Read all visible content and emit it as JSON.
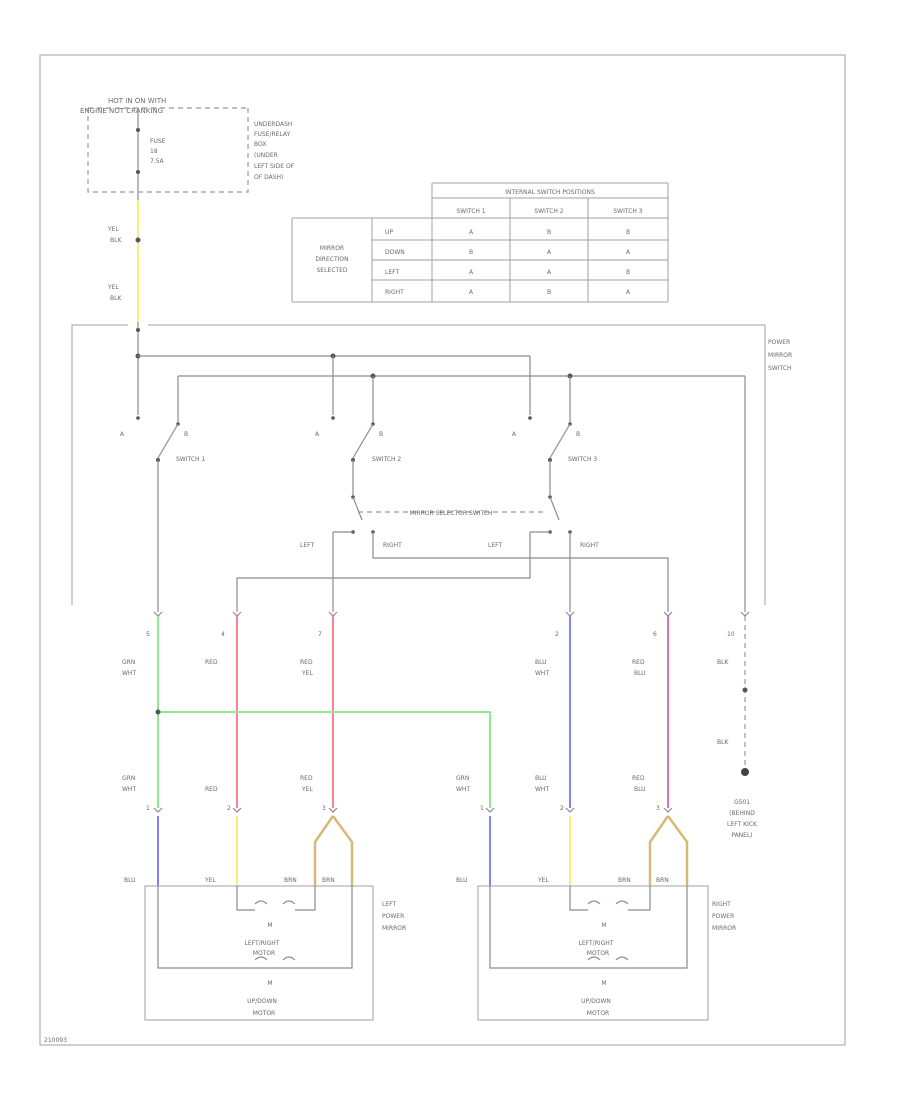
{
  "header": {
    "hot_label": [
      "HOT IN ON WITH",
      "ENGINE NOT CRANKING"
    ],
    "fuse_label": [
      "FUSE",
      "18",
      "7.5A"
    ],
    "fuse_box_label": [
      "UNDERDASH",
      "FUSE/RELAY",
      "BOX",
      "(UNDER",
      "LEFT SIDE OF",
      "OF DASH)"
    ]
  },
  "table": {
    "title": "INTERNAL SWITCH POSITIONS",
    "columns": [
      "SWITCH 1",
      "SWITCH 2",
      "SWITCH 3"
    ],
    "row_header": [
      "MIRROR",
      "DIRECTION",
      "SELECTED"
    ],
    "rows": [
      {
        "label": "UP",
        "cells": [
          "A",
          "B",
          "B"
        ]
      },
      {
        "label": "DOWN",
        "cells": [
          "B",
          "A",
          "A"
        ]
      },
      {
        "label": "LEFT",
        "cells": [
          "A",
          "A",
          "B"
        ]
      },
      {
        "label": "RIGHT",
        "cells": [
          "A",
          "B",
          "A"
        ]
      }
    ]
  },
  "switch": {
    "power_mirror_label": [
      "POWER",
      "MIRROR",
      "SWITCH"
    ],
    "switch_names": [
      "SWITCH 1",
      "SWITCH 2",
      "SWITCH 3"
    ],
    "pos_a": "A",
    "pos_b": "B",
    "selector_label": "MIRROR SELECTOR SWITCH",
    "left": "LEFT",
    "right": "RIGHT"
  },
  "wires": {
    "supply_labels": [
      [
        "YEL",
        "BLK"
      ],
      [
        "YEL",
        "BLK"
      ]
    ],
    "pins": [
      "5",
      "4",
      "7",
      "2",
      "6",
      "10"
    ],
    "upper_labels": [
      [
        "GRN",
        "WHT"
      ],
      [
        "RED"
      ],
      [
        "RED",
        "YEL"
      ],
      [
        "BLU",
        "WHT"
      ],
      [
        "RED",
        "BLU"
      ],
      [
        "BLK"
      ]
    ],
    "lower_left_labels": [
      [
        "GRN",
        "WHT"
      ],
      [
        "RED"
      ],
      [
        "RED",
        "YEL"
      ]
    ],
    "lower_right_labels": [
      [
        "GRN",
        "WHT"
      ],
      [
        "BLU",
        "WHT"
      ],
      [
        "RED",
        "BLU"
      ]
    ],
    "ground_wire": "BLK",
    "ground_label": [
      "G501",
      "(BEHIND",
      "LEFT KICK",
      "PANEL)"
    ],
    "conn_pins": [
      "1",
      "2",
      "3"
    ]
  },
  "motors": {
    "terminals": [
      "BLU",
      "YEL",
      "BRN",
      "BRN"
    ],
    "m": "M",
    "names": [
      "LEFT/RIGHT",
      "MOTOR"
    ],
    "updown": [
      "UP/DOWN",
      "MOTOR"
    ],
    "left_label": [
      "LEFT",
      "POWER",
      "MIRROR"
    ],
    "right_label": [
      "RIGHT",
      "POWER",
      "MIRROR"
    ]
  },
  "footer": {
    "code": "210093"
  },
  "colors": {
    "green": "#90e890",
    "red": "#ff8090",
    "blue": "#8080ff",
    "yellow": "#f5f07a",
    "brown": "#d8b878",
    "magenta": "#e070b0",
    "ground": "#444444"
  }
}
